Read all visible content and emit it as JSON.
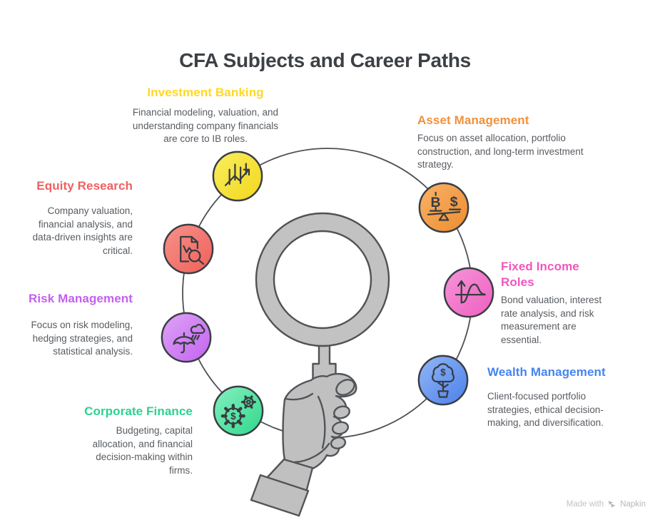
{
  "title": "CFA Subjects and Career Paths",
  "center_illustration": "magnifying glass held by a hand",
  "watermark": {
    "prefix": "Made with",
    "brand": "Napkin"
  },
  "nodes": [
    {
      "id": "investment-banking",
      "label": "Investment Banking",
      "accent_color": "#FFD824",
      "icon": "growth-chart-icon",
      "description": "Financial modeling, valuation, and understanding company financials are core to IB roles."
    },
    {
      "id": "asset-management",
      "label": "Asset Management",
      "accent_color": "#F0913C",
      "icon": "balance-scale-icon",
      "description": "Focus on asset allocation, portfolio construction, and long-term investment strategy."
    },
    {
      "id": "equity-research",
      "label": "Equity Research",
      "accent_color": "#F15F5F",
      "icon": "document-analysis-icon",
      "description": "Company valuation, financial analysis, and data-driven insights are critical."
    },
    {
      "id": "fixed-income",
      "label": "Fixed Income Roles",
      "accent_color": "#F156BE",
      "icon": "yield-curve-icon",
      "description": "Bond valuation, interest rate analysis, and risk measurement are essential."
    },
    {
      "id": "risk-management",
      "label": "Risk Management",
      "accent_color": "#C45FF0",
      "icon": "umbrella-rain-icon",
      "description": "Focus on risk modeling, hedging strategies, and statistical analysis."
    },
    {
      "id": "wealth-management",
      "label": "Wealth Management",
      "accent_color": "#4485F2",
      "icon": "money-tree-icon",
      "description": "Client-focused portfolio strategies, ethical decision-making, and diversification."
    },
    {
      "id": "corporate-finance",
      "label": "Corporate Finance",
      "accent_color": "#2BD292",
      "icon": "gears-dollar-icon",
      "description": "Budgeting, capital allocation, and financial decision-making within firms."
    }
  ]
}
